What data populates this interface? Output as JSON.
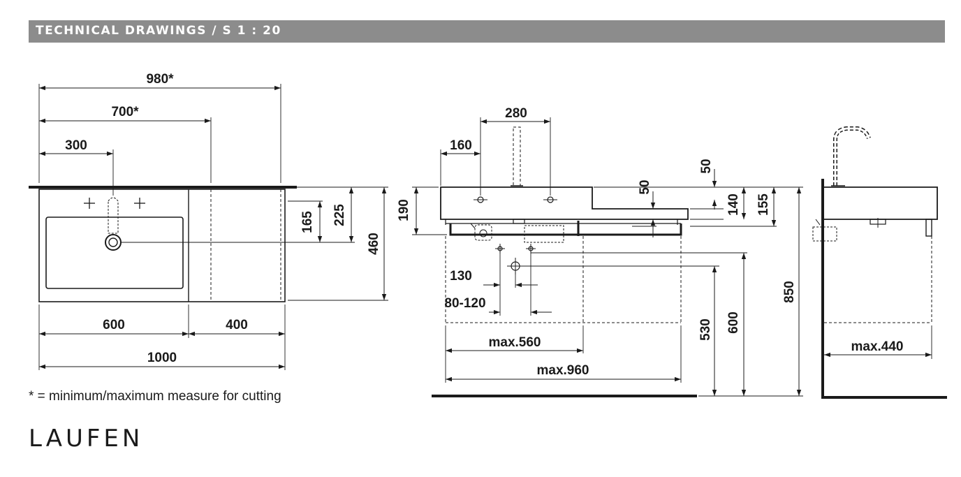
{
  "header": {
    "title": "TECHNICAL DRAWINGS / S 1 : 20"
  },
  "top_view": {
    "dims": {
      "total_width_top": "980*",
      "tap_area_width": "700*",
      "tap_offset": "300",
      "depth_165": "165",
      "depth_225": "225",
      "depth_460": "460",
      "bowl_width": "600",
      "shelf_width": "400",
      "total_width": "1000"
    }
  },
  "front_view": {
    "dims": {
      "tap_spacing": "280",
      "side_offset": "160",
      "height_190": "190",
      "rim_50": "50",
      "step_50": "50",
      "height_140": "140",
      "height_155": "155",
      "offset_130": "130",
      "range_80_120": "80-120",
      "max_560": "max.560",
      "max_960": "max.960",
      "height_530": "530",
      "height_600": "600",
      "height_850": "850"
    }
  },
  "side_view": {
    "dims": {
      "max_440": "max.440"
    }
  },
  "footnote": "* = minimum/maximum measure for cutting",
  "brand": {
    "logo_text": "LAUFEN"
  }
}
